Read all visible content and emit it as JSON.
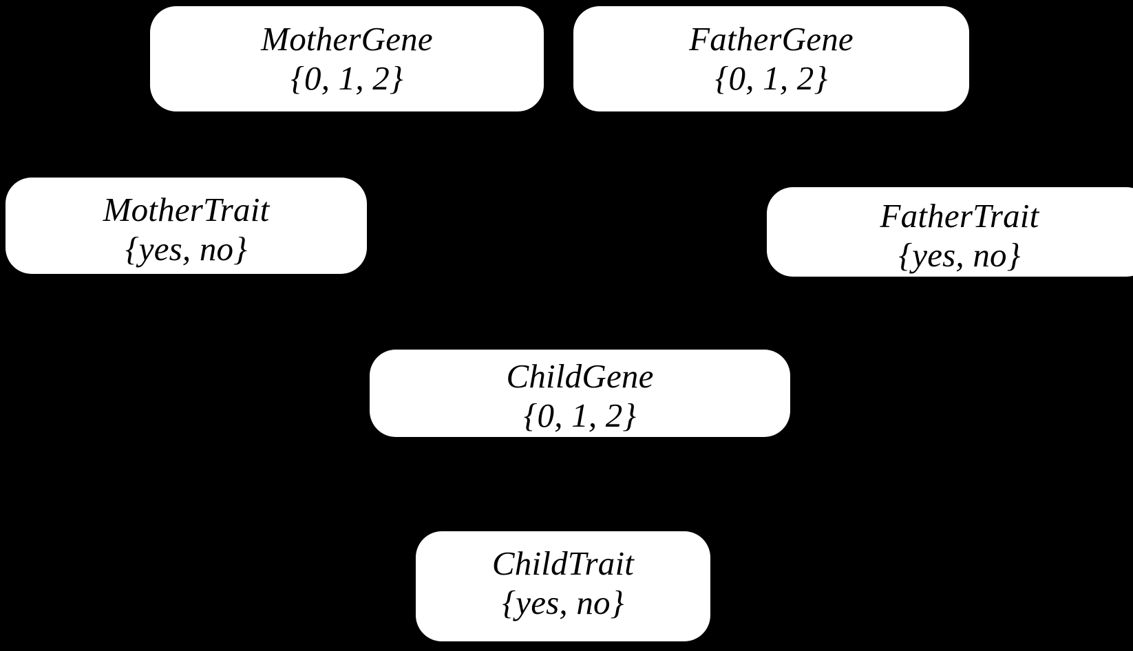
{
  "diagram": {
    "type": "bayesian-network",
    "title": "",
    "background_color": "#000000",
    "node_fill_color": "#ffffff",
    "node_text_color": "#000000",
    "nodes": [
      {
        "id": "mother-gene",
        "name": "MotherGene",
        "domain": "{0, 1, 2}"
      },
      {
        "id": "father-gene",
        "name": "FatherGene",
        "domain": "{0, 1, 2}"
      },
      {
        "id": "mother-trait",
        "name": "MotherTrait",
        "domain": "{yes, no}"
      },
      {
        "id": "father-trait",
        "name": "FatherTrait",
        "domain": "{yes, no}"
      },
      {
        "id": "child-gene",
        "name": "ChildGene",
        "domain": "{0, 1, 2}"
      },
      {
        "id": "child-trait",
        "name": "ChildTrait",
        "domain": "{yes, no}"
      }
    ]
  }
}
